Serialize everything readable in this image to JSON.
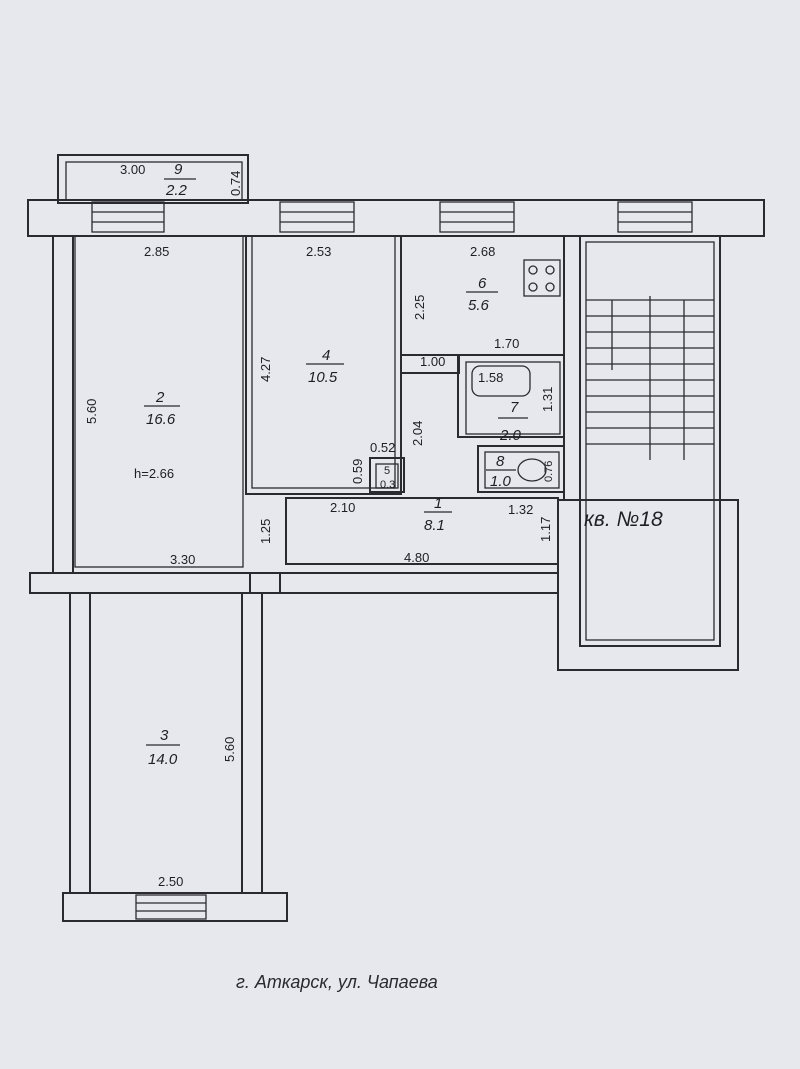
{
  "plan": {
    "apartment_label": "кв. №18",
    "ceiling_height": "h=2.66",
    "address": "г. Аткарск, ул. Чапаева",
    "rooms": [
      {
        "number": "1",
        "area": "8.1"
      },
      {
        "number": "2",
        "area": "16.6"
      },
      {
        "number": "3",
        "area": "14.0"
      },
      {
        "number": "4",
        "area": "10.5"
      },
      {
        "number": "5",
        "area": "0.3"
      },
      {
        "number": "6",
        "area": "5.6"
      },
      {
        "number": "7",
        "area": "2.0"
      },
      {
        "number": "8",
        "area": "1.0"
      },
      {
        "number": "9",
        "area": "2.2"
      }
    ],
    "dimensions": {
      "balcony_width": "3.00",
      "balcony_depth": "0.74",
      "room2_width": "2.85",
      "room2_length": "5.60",
      "room4_width": "2.53",
      "room4_length": "4.27",
      "kitchen_width": "2.68",
      "kitchen_length": "2.25",
      "bath_top": "1.70",
      "door_100": "1.00",
      "bath_width": "1.58",
      "bath_depth": "1.31",
      "hall_204": "2.04",
      "pantry_052": "0.52",
      "pantry_059": "0.59",
      "hall_210": "2.10",
      "hall_132": "1.32",
      "hall_117": "1.17",
      "hall_125": "1.25",
      "hall_480": "4.80",
      "room3_top": "3.30",
      "room3_length": "5.60",
      "room3_width": "2.50",
      "wc_depth": "0.76"
    }
  }
}
